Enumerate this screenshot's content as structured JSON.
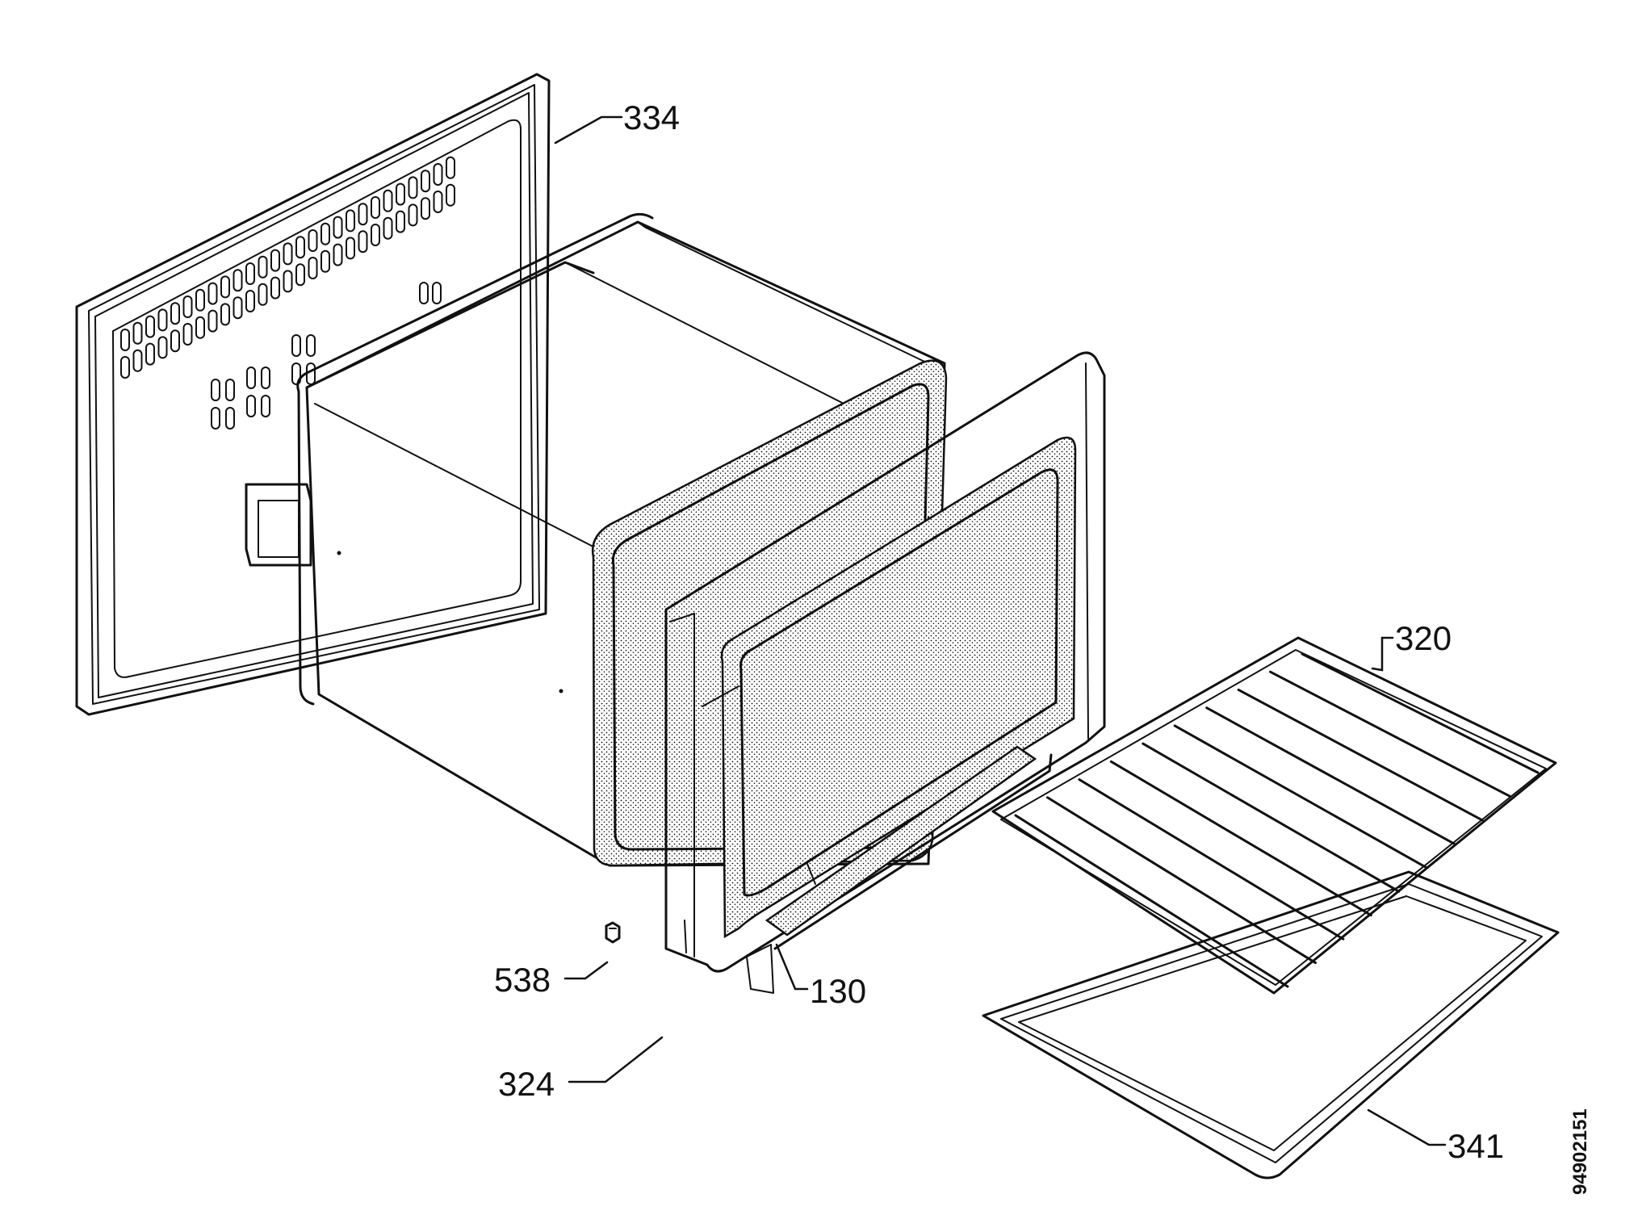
{
  "diagram": {
    "labels": [
      {
        "id": "334",
        "text": "334"
      },
      {
        "id": "320",
        "text": "320"
      },
      {
        "id": "538",
        "text": "538"
      },
      {
        "id": "130",
        "text": "130"
      },
      {
        "id": "324",
        "text": "324"
      },
      {
        "id": "341",
        "text": "341"
      }
    ],
    "drawing_number": "94902151"
  }
}
